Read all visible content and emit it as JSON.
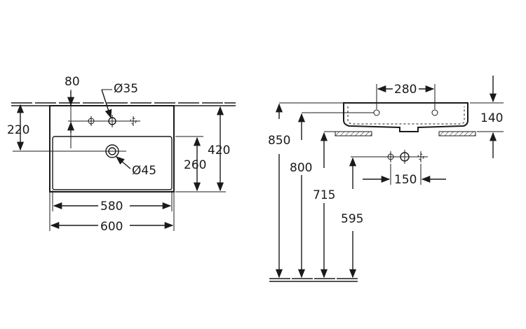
{
  "front_view": {
    "labels": {
      "offset_80": "80",
      "tap_hole_35": "Ø35",
      "height_220": "220",
      "depth_420": "420",
      "depth_260": "260",
      "drain_45": "Ø45",
      "width_580": "580",
      "width_600": "600"
    }
  },
  "side_view": {
    "labels": {
      "spacing_280": "280",
      "height_140": "140",
      "height_850": "850",
      "height_800": "800",
      "height_715": "715",
      "height_595": "595",
      "spacing_150": "150"
    }
  },
  "colors": {
    "ink": "#1a1a1a",
    "background": "#ffffff"
  }
}
